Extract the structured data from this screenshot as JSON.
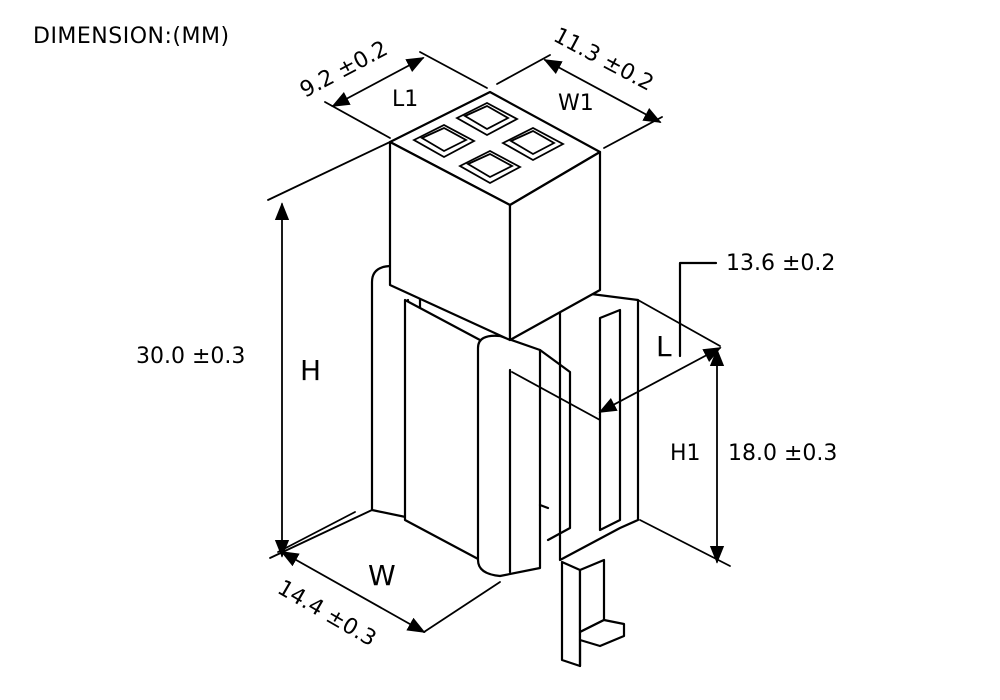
{
  "title": "DIMENSION:(MM)",
  "dimensions": {
    "l1": {
      "symbol": "L1",
      "value": "9.2 ±0.2"
    },
    "w1": {
      "symbol": "W1",
      "value": "11.3 ±0.2"
    },
    "l": {
      "symbol": "L",
      "value": "13.6 ±0.2"
    },
    "h": {
      "symbol": "H",
      "value": "30.0 ±0.3"
    },
    "h1": {
      "symbol": "H1",
      "value": "18.0 ±0.3"
    },
    "w": {
      "symbol": "W",
      "value": "14.4 ±0.3"
    }
  }
}
